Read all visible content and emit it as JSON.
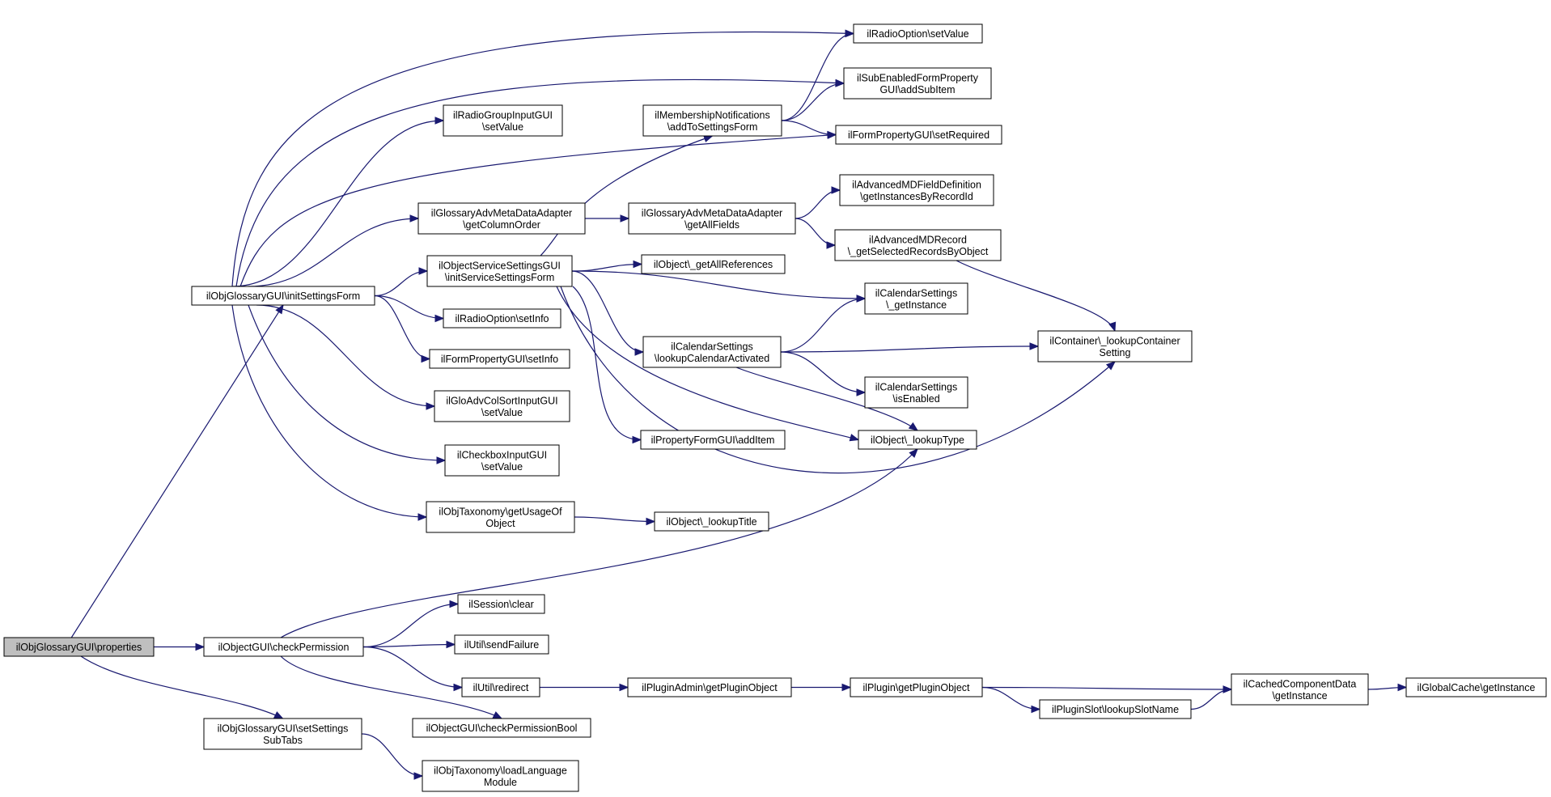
{
  "diagram": {
    "type": "call-graph",
    "nodes": [
      {
        "id": "n0",
        "lines": [
          "ilObjGlossaryGUI\\properties"
        ],
        "root": true
      },
      {
        "id": "n1",
        "lines": [
          "ilObjGlossaryGUI\\initSettingsForm"
        ]
      },
      {
        "id": "n2",
        "lines": [
          "ilObjectGUI\\checkPermission"
        ]
      },
      {
        "id": "n3",
        "lines": [
          "ilObjGlossaryGUI\\setSettings",
          "SubTabs"
        ]
      },
      {
        "id": "n4",
        "lines": [
          "ilRadioOption\\setValue"
        ]
      },
      {
        "id": "n5",
        "lines": [
          "ilSubEnabledFormProperty",
          "GUI\\addSubItem"
        ]
      },
      {
        "id": "n6",
        "lines": [
          "ilRadioGroupInputGUI",
          "\\setValue"
        ]
      },
      {
        "id": "n7",
        "lines": [
          "ilMembershipNotifications",
          "\\addToSettingsForm"
        ]
      },
      {
        "id": "n8",
        "lines": [
          "ilFormPropertyGUI\\setRequired"
        ]
      },
      {
        "id": "n9",
        "lines": [
          "ilAdvancedMDFieldDefinition",
          "\\getInstancesByRecordId"
        ]
      },
      {
        "id": "n10",
        "lines": [
          "ilGlossaryAdvMetaDataAdapter",
          "\\getColumnOrder"
        ]
      },
      {
        "id": "n11",
        "lines": [
          "ilGlossaryAdvMetaDataAdapter",
          "\\getAllFields"
        ]
      },
      {
        "id": "n12",
        "lines": [
          "ilAdvancedMDRecord",
          "\\_getSelectedRecordsByObject"
        ]
      },
      {
        "id": "n13",
        "lines": [
          "ilObjectServiceSettingsGUI",
          "\\initServiceSettingsForm"
        ]
      },
      {
        "id": "n14",
        "lines": [
          "ilObject\\_getAllReferences"
        ]
      },
      {
        "id": "n15",
        "lines": [
          "ilCalendarSettings",
          "\\_getInstance"
        ]
      },
      {
        "id": "n16",
        "lines": [
          "ilRadioOption\\setInfo"
        ]
      },
      {
        "id": "n17",
        "lines": [
          "ilCalendarSettings",
          "\\lookupCalendarActivated"
        ]
      },
      {
        "id": "n18",
        "lines": [
          "ilContainer\\_lookupContainer",
          "Setting"
        ]
      },
      {
        "id": "n19",
        "lines": [
          "ilFormPropertyGUI\\setInfo"
        ]
      },
      {
        "id": "n20",
        "lines": [
          "ilCalendarSettings",
          "\\isEnabled"
        ]
      },
      {
        "id": "n21",
        "lines": [
          "ilGloAdvColSortInputGUI",
          "\\setValue"
        ]
      },
      {
        "id": "n22",
        "lines": [
          "ilPropertyFormGUI\\addItem"
        ]
      },
      {
        "id": "n23",
        "lines": [
          "ilObject\\_lookupType"
        ]
      },
      {
        "id": "n24",
        "lines": [
          "ilCheckboxInputGUI",
          "\\setValue"
        ]
      },
      {
        "id": "n25",
        "lines": [
          "ilObjTaxonomy\\getUsageOf",
          "Object"
        ]
      },
      {
        "id": "n26",
        "lines": [
          "ilObject\\_lookupTitle"
        ]
      },
      {
        "id": "n27",
        "lines": [
          "ilSession\\clear"
        ]
      },
      {
        "id": "n28",
        "lines": [
          "ilUtil\\sendFailure"
        ]
      },
      {
        "id": "n29",
        "lines": [
          "ilUtil\\redirect"
        ]
      },
      {
        "id": "n30",
        "lines": [
          "ilPluginAdmin\\getPluginObject"
        ]
      },
      {
        "id": "n31",
        "lines": [
          "ilPlugin\\getPluginObject"
        ]
      },
      {
        "id": "n32",
        "lines": [
          "ilCachedComponentData",
          "\\getInstance"
        ]
      },
      {
        "id": "n33",
        "lines": [
          "ilGlobalCache\\getInstance"
        ]
      },
      {
        "id": "n34",
        "lines": [
          "ilPluginSlot\\lookupSlotName"
        ]
      },
      {
        "id": "n35",
        "lines": [
          "ilObjectGUI\\checkPermissionBool"
        ]
      },
      {
        "id": "n36",
        "lines": [
          "ilObjTaxonomy\\loadLanguage",
          "Module"
        ]
      }
    ],
    "edges": [
      [
        "n0",
        "n1"
      ],
      [
        "n0",
        "n2"
      ],
      [
        "n0",
        "n3"
      ],
      [
        "n1",
        "n4"
      ],
      [
        "n1",
        "n5"
      ],
      [
        "n1",
        "n6"
      ],
      [
        "n1",
        "n8"
      ],
      [
        "n1",
        "n10"
      ],
      [
        "n1",
        "n13"
      ],
      [
        "n1",
        "n16"
      ],
      [
        "n1",
        "n19"
      ],
      [
        "n1",
        "n21"
      ],
      [
        "n1",
        "n24"
      ],
      [
        "n1",
        "n25"
      ],
      [
        "n7",
        "n4"
      ],
      [
        "n7",
        "n5"
      ],
      [
        "n7",
        "n8"
      ],
      [
        "n10",
        "n11"
      ],
      [
        "n11",
        "n9"
      ],
      [
        "n11",
        "n12"
      ],
      [
        "n12",
        "n18"
      ],
      [
        "n13",
        "n7"
      ],
      [
        "n13",
        "n14"
      ],
      [
        "n13",
        "n15"
      ],
      [
        "n13",
        "n17"
      ],
      [
        "n13",
        "n22"
      ],
      [
        "n13",
        "n23"
      ],
      [
        "n13",
        "n18"
      ],
      [
        "n17",
        "n15"
      ],
      [
        "n17",
        "n18"
      ],
      [
        "n17",
        "n20"
      ],
      [
        "n17",
        "n23"
      ],
      [
        "n25",
        "n26"
      ],
      [
        "n2",
        "n23"
      ],
      [
        "n2",
        "n27"
      ],
      [
        "n2",
        "n28"
      ],
      [
        "n2",
        "n29"
      ],
      [
        "n2",
        "n35"
      ],
      [
        "n29",
        "n30"
      ],
      [
        "n30",
        "n31"
      ],
      [
        "n31",
        "n32"
      ],
      [
        "n31",
        "n34"
      ],
      [
        "n34",
        "n32"
      ],
      [
        "n32",
        "n33"
      ],
      [
        "n3",
        "n36"
      ]
    ]
  }
}
